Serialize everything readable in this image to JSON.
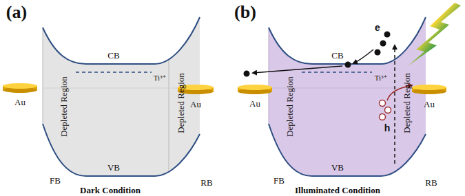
{
  "diagram": {
    "labels": [
      "(a)",
      "CB",
      "Ti³⁺",
      "Depleted Region",
      "Depleted Region",
      "Au",
      "Au",
      "FB",
      "VB",
      "RB",
      "Dark Condition",
      "(b)",
      "CB",
      "Ti³⁺",
      "Depleted Region",
      "Depleted Region",
      "Au",
      "Au",
      "e",
      "h",
      "FB",
      "VB",
      "RB",
      "Illuminated Condition"
    ]
  }
}
